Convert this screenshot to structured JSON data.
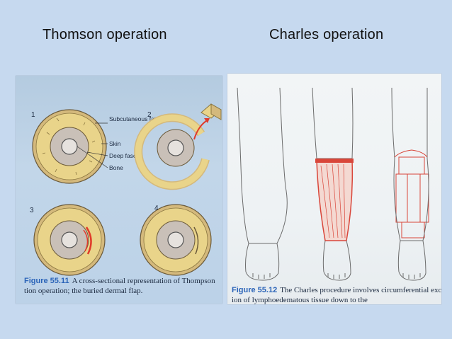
{
  "slide": {
    "title_left": "Thomson operation",
    "title_right": "Charles operation",
    "background": "#c6d9ef"
  },
  "left_figure": {
    "panel_numbers": [
      "1",
      "2",
      "3",
      "4"
    ],
    "labels": [
      "Subcutaneous fat",
      "Skin",
      "Deep fascia",
      "Bone"
    ],
    "caption_fig": "Figure 55.11",
    "caption_line1": "A cross-sectional representation of Thompson",
    "caption_line2": "tion operation; the buried dermal flap.",
    "colors": {
      "fat": "#e9d48a",
      "skin": "#d4b97c",
      "fascia": "#c9c0b8",
      "bone": "#e6e2de",
      "accent": "#e03a2a"
    }
  },
  "right_figure": {
    "caption_fig": "Figure 55.12",
    "caption_line1": "The Charles procedure involves circumferential exc",
    "caption_line2": "ion of lymphoedematous tissue down to the",
    "colors": {
      "line": "#6c6c6c",
      "excision": "#d9463a"
    }
  }
}
